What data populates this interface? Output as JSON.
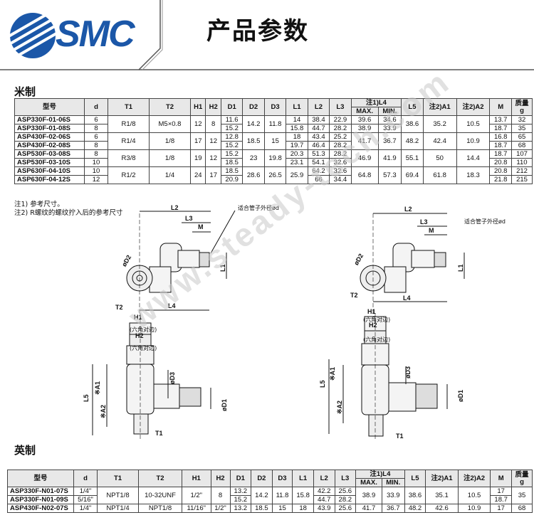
{
  "header": {
    "brand": "SMC",
    "title": "产品参数"
  },
  "sections": {
    "metric": "米制",
    "inch": "英制"
  },
  "columns": {
    "model": "型号",
    "d": "d",
    "t1": "T1",
    "t2": "T2",
    "h1": "H1",
    "h2": "H2",
    "d1": "D1",
    "d2": "D2",
    "d3": "D3",
    "l1": "L1",
    "l2": "L2",
    "l3": "L3",
    "l4": "注1)L4",
    "l4max": "MAX.",
    "l4min": "MIN.",
    "l5": "L5",
    "a1": "注2)A1",
    "a2": "注2)A2",
    "m": "M",
    "mass": "质量 g"
  },
  "metric_rows": [
    {
      "model": "ASP330F-01-06S",
      "d": "6",
      "t1": "R1/8",
      "t2": "M5×0.8",
      "h1": "12",
      "h2": "8",
      "d1": "11.6",
      "d2": "14.2",
      "d3": "11.8",
      "l1": "14",
      "l2": "38.4",
      "l3": "22.9",
      "l4max": "39.6",
      "l4min": "34.6",
      "l5": "38.6",
      "a1": "35.2",
      "a2": "10.5",
      "m": "13.7",
      "mass": "32"
    },
    {
      "model": "ASP330F-01-08S",
      "d": "8",
      "d1": "15.2",
      "l1": "15.8",
      "l2": "44.7",
      "l3": "28.2",
      "l4max": "38.9",
      "l4min": "33.9",
      "m": "18.7",
      "mass": "35"
    },
    {
      "model": "ASP430F-02-06S",
      "d": "6",
      "t1": "R1/4",
      "t2": "1/8",
      "h1": "17",
      "h2": "12",
      "d1": "12.8",
      "d2": "18.5",
      "d3": "15",
      "l1": "18",
      "l2": "43.4",
      "l3": "25.2",
      "l4max": "41.7",
      "l4min": "36.7",
      "l5": "48.2",
      "a1": "42.4",
      "a2": "10.9",
      "m": "16.8",
      "mass": "65"
    },
    {
      "model": "ASP430F-02-08S",
      "d": "8",
      "d1": "15.2",
      "l1": "19.7",
      "l2": "46.4",
      "l3": "28.2",
      "m": "18.7",
      "mass": "68"
    },
    {
      "model": "ASP530F-03-08S",
      "d": "8",
      "t1": "R3/8",
      "t2": "1/8",
      "h1": "19",
      "h2": "12",
      "d1": "15.2",
      "d2": "23",
      "d3": "19.8",
      "l1": "20.3",
      "l2": "51.3",
      "l3": "28.2",
      "l4max": "46.9",
      "l4min": "41.9",
      "l5": "55.1",
      "a1": "50",
      "a2": "14.4",
      "m": "18.7",
      "mass": "107"
    },
    {
      "model": "ASP530F-03-10S",
      "d": "10",
      "d1": "18.5",
      "l1": "23.1",
      "l2": "54.1",
      "l3": "32.6",
      "m": "20.8",
      "mass": "110"
    },
    {
      "model": "ASP630F-04-10S",
      "d": "10",
      "t1": "R1/2",
      "t2": "1/4",
      "h1": "24",
      "h2": "17",
      "d1": "18.5",
      "d2": "28.6",
      "d3": "26.5",
      "l1": "25.9",
      "l2": "64.2",
      "l3": "32.6",
      "l4max": "64.8",
      "l4min": "57.3",
      "l5": "69.4",
      "a1": "61.8",
      "a2": "18.3",
      "m": "20.8",
      "mass": "212"
    },
    {
      "model": "ASP630F-04-12S",
      "d": "12",
      "d1": "20.9",
      "l2": "66",
      "l3": "34.4",
      "m": "21.8",
      "mass": "215"
    }
  ],
  "notes": [
    "注1) 参考尺寸。",
    "注2) R螺纹的螺纹拧入后的参考尺寸"
  ],
  "drawing_labels": {
    "l2": "L2",
    "l3": "L3",
    "m": "M",
    "od": "适合管子外径ød",
    "l1": "L1",
    "l4": "L4",
    "h1": "H1",
    "hex": "(六角对边)",
    "h2": "H2",
    "t1": "T1",
    "t2": "T2",
    "d1": "øD1",
    "d2": "øD2",
    "d3": "øD3",
    "l5": "L5",
    "a1": "※A1",
    "a2": "※A2"
  },
  "inch_rows": [
    {
      "model": "ASP330F-N01-07S",
      "d": "1/4\"",
      "t1": "NPT1/8",
      "t2": "10-32UNF",
      "h1": "1/2\"",
      "h2": "8",
      "d1": "13.2",
      "d2": "14.2",
      "d3": "11.8",
      "l1": "15.8",
      "l2": "42.2",
      "l3": "25.6",
      "l4max": "38.9",
      "l4min": "33.9",
      "l5": "38.6",
      "a1": "35.1",
      "a2": "10.5",
      "m": "17",
      "mass": "35"
    },
    {
      "model": "ASP330F-N01-09S",
      "d": "5/16\"",
      "d1": "15.2",
      "l2": "44.7",
      "l3": "28.2",
      "m": "18.7"
    },
    {
      "model": "ASP430F-N02-07S",
      "d": "1/4\"",
      "t1": "NPT1/4",
      "t2": "NPT1/8",
      "h1": "11/16\"",
      "h2": "1/2\"",
      "d1": "13.2",
      "d2": "18.5",
      "d3": "15",
      "l1": "18",
      "l2": "43.9",
      "l3": "25.6",
      "l4max": "41.7",
      "l4min": "36.7",
      "l5": "48.2",
      "a1": "42.6",
      "a2": "10.9",
      "m": "17",
      "mass": "68"
    }
  ],
  "watermark": "www.steady-tech.com"
}
